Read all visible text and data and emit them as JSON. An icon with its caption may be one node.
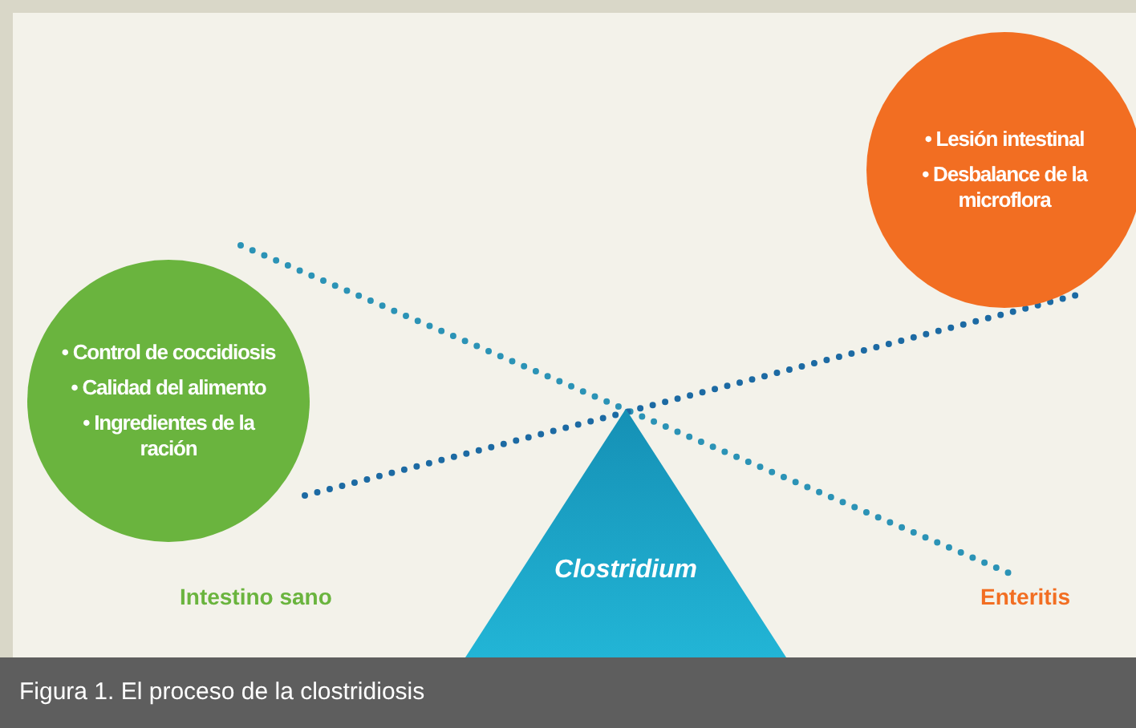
{
  "diagram": {
    "caption": "Figura 1. El proceso de la clostridiosis",
    "nodes": [
      {
        "text": [
          "• Control de coccidiosis",
          "• Calidad del alimento",
          "• Ingredientes de la ración"
        ]
      },
      {
        "text": [
          "• Lesión intestinal",
          "• Desbalance de la microflora"
        ]
      },
      {
        "text": [
          "Clostridium"
        ]
      }
    ],
    "labels": [
      "Intestino sano",
      "Enteritis"
    ]
  }
}
